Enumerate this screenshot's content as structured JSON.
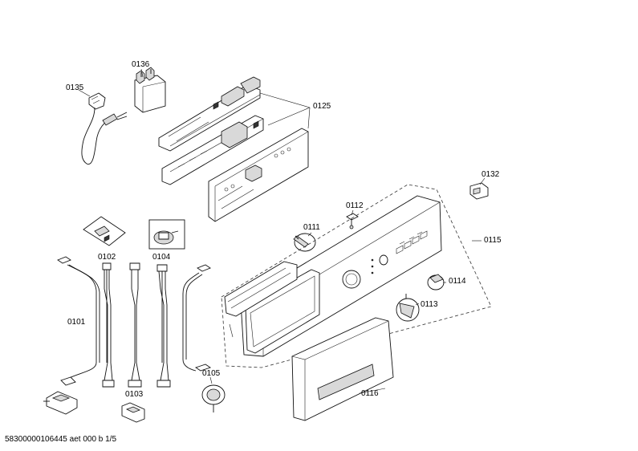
{
  "labels": {
    "p0101": "0101",
    "p0102": "0102",
    "p0103": "0103",
    "p0104": "0104",
    "p0105": "0105",
    "p0111": "0111",
    "p0112": "0112",
    "p0113": "0113",
    "p0114": "0114",
    "p0115": "0115",
    "p0116": "0116",
    "p0125": "0125",
    "p0132": "0132",
    "p0135": "0135",
    "p0136": "0136"
  },
  "footer": {
    "document_id": "58300000106445 aet 000 b 1/5"
  }
}
